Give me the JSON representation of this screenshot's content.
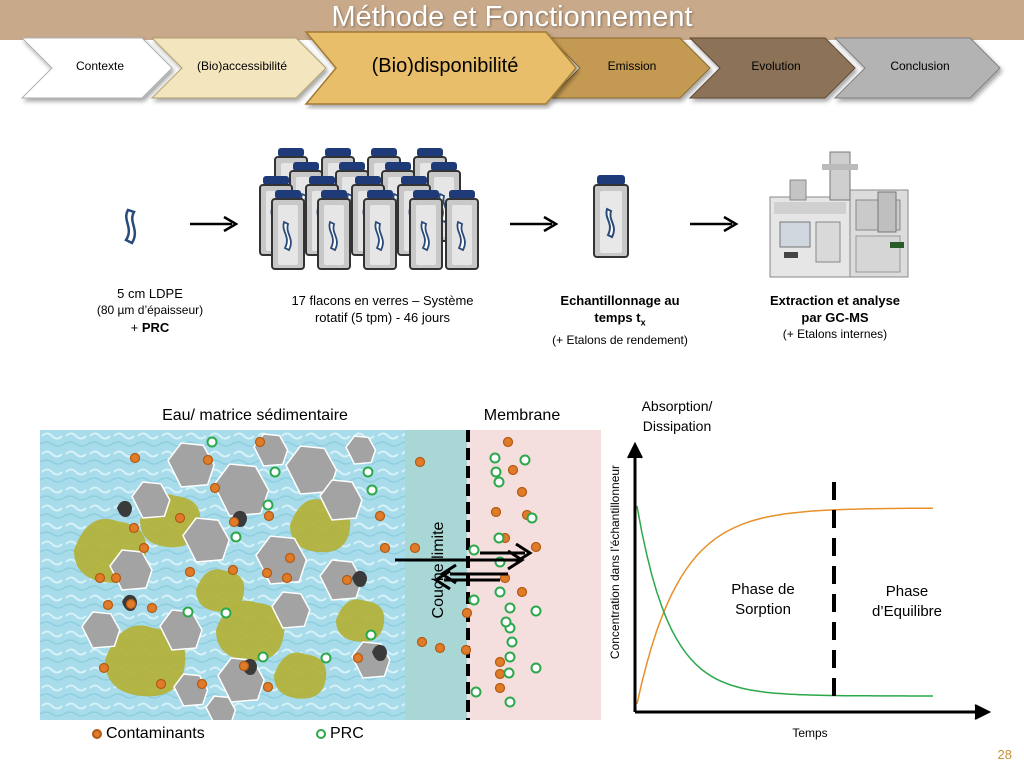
{
  "title": "Méthode et Fonctionnement",
  "nav": {
    "tabs": [
      "Contexte",
      "(Bio)accessibilité",
      "(Bio)disponibilité",
      "Emission",
      "Evolution",
      "Conclusion"
    ],
    "colors": [
      "#ffffff",
      "#f3e5bd",
      "#e8be6b",
      "#c49a52",
      "#8c7358",
      "#b3b3b3"
    ],
    "active_index": 2
  },
  "steps": {
    "step1": {
      "line1": "5 cm LDPE",
      "line2": "(80 µm d’épaisseur)",
      "line3_prefix": "+ ",
      "line3_bold": "PRC"
    },
    "step2": {
      "line1": "17 flacons en verres – Système",
      "line2": "rotatif (5 tpm) - 46 jours"
    },
    "step3": {
      "line1": "Echantillonnage au",
      "line2": "temps t",
      "line2_sub": "x",
      "line3": "(+ Etalons de rendement)"
    },
    "step4": {
      "line1": "Extraction et analyse",
      "line2": "par GC-MS",
      "line3": "(+ Etalons internes)"
    }
  },
  "diagram": {
    "region_water": "Eau/ matrice sédimentaire",
    "region_membrane": "Membrane",
    "boundary_layer": "Couche limite",
    "legend": {
      "contaminants": "Contaminants",
      "prc": "PRC"
    }
  },
  "graph": {
    "y_title_1": "Absorption/",
    "y_title_2": "Dissipation",
    "y_axis_label": "Concentration dans l’échantillonneur",
    "x_axis_label": "Temps",
    "phase1_line1": "Phase de",
    "phase1_line2": "Sorption",
    "phase2_line1": "Phase",
    "phase2_line2": "d’Equilibre",
    "colors": {
      "absorption": "#e8902a",
      "dissipation": "#2aa84a"
    }
  },
  "page_number": "28"
}
